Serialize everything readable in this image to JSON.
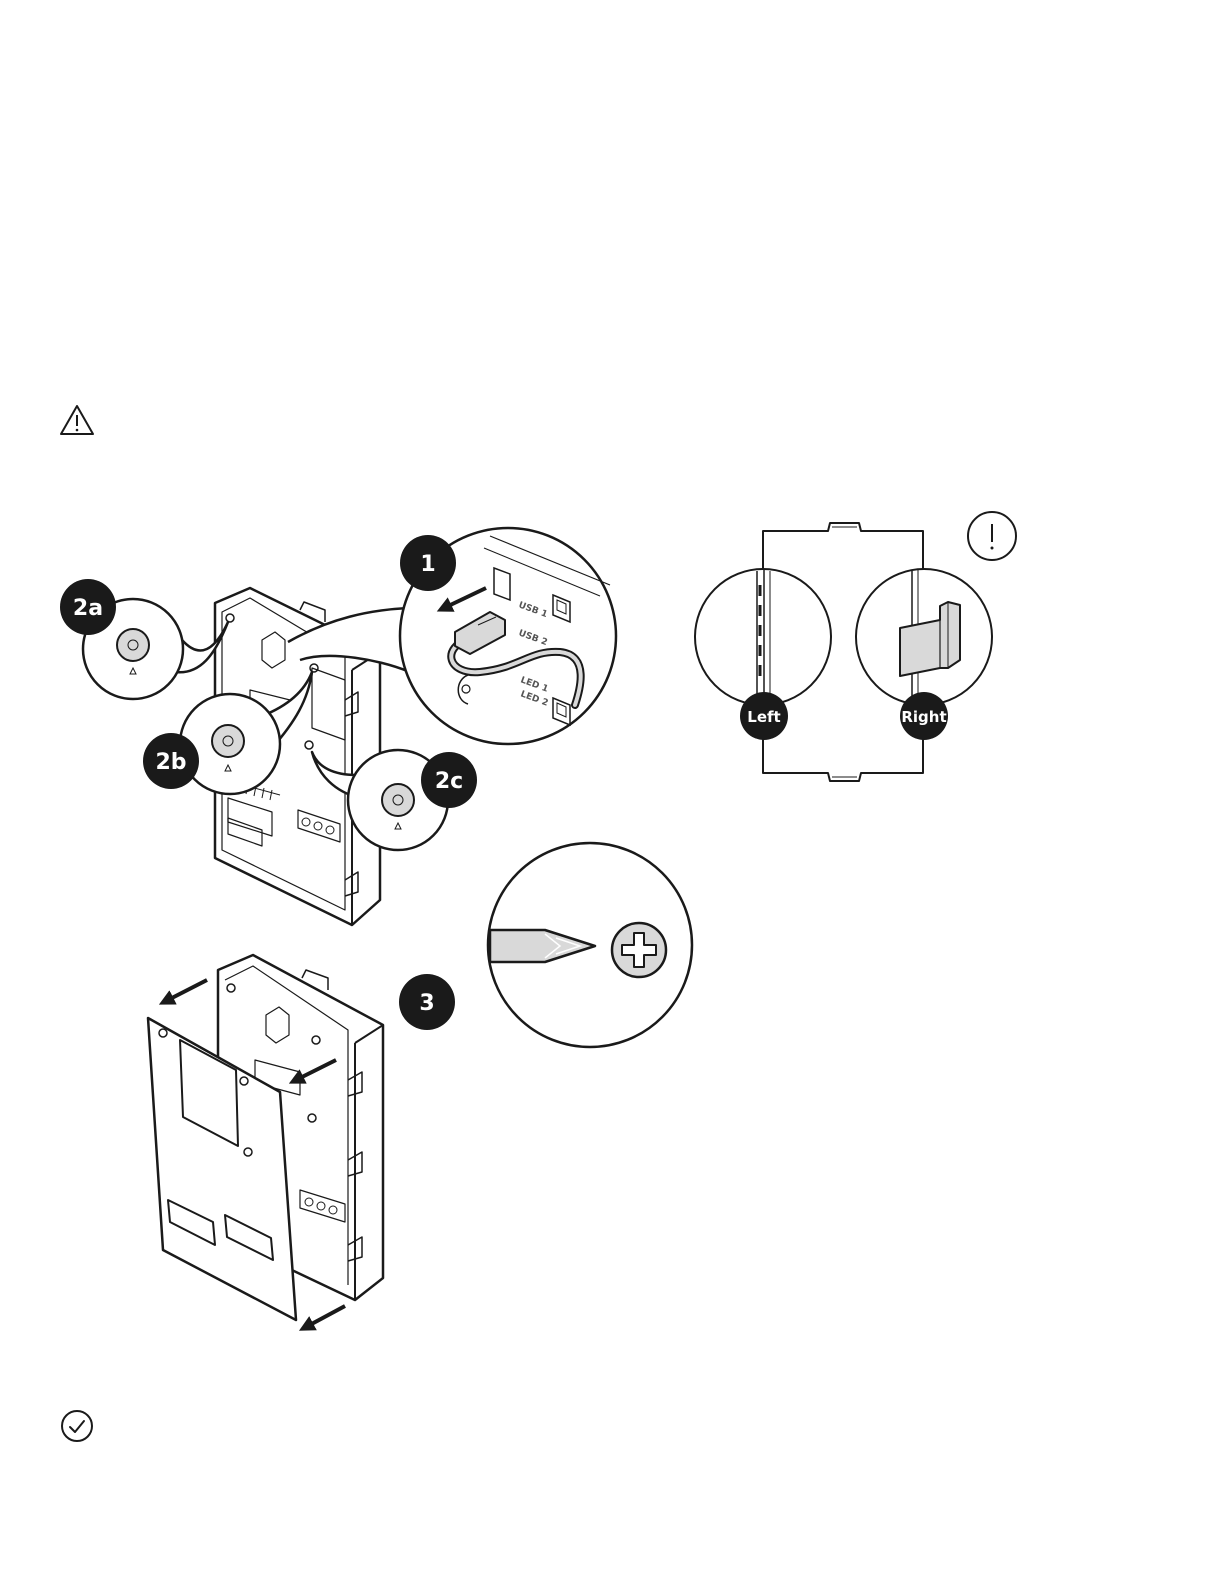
{
  "steps": {
    "step_1": "1",
    "step_2a": "2a",
    "step_2b": "2b",
    "step_2c": "2c",
    "step_3": "3"
  },
  "port_labels": {
    "usb_1": "USB 1",
    "usb_2": "USB 2",
    "led_1": "LED 1",
    "led_2": "LED 2"
  },
  "detail_labels": {
    "left": "Left",
    "right": "Right"
  },
  "icons": {
    "warning": "warning-triangle-icon",
    "notice": "exclamation-circle-icon",
    "confirm": "check-circle-icon"
  },
  "colors": {
    "ink": "#1a1a1a",
    "badge": "#1a1a1a",
    "fill_light": "#d9d9d9",
    "paper": "#ffffff"
  }
}
